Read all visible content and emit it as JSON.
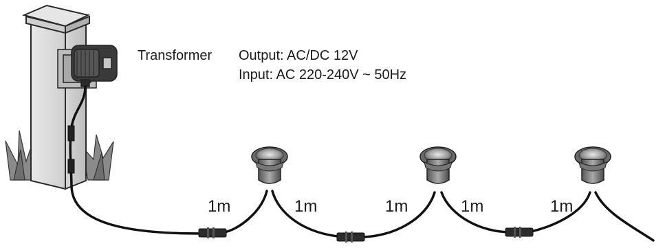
{
  "labels": {
    "transformer": "Transformer",
    "output": "Output: AC/DC 12V",
    "input": "Input: AC 220-240V ~ 50Hz"
  },
  "cable_lengths": [
    "1m",
    "1m",
    "1m",
    "1m",
    "1m"
  ]
}
